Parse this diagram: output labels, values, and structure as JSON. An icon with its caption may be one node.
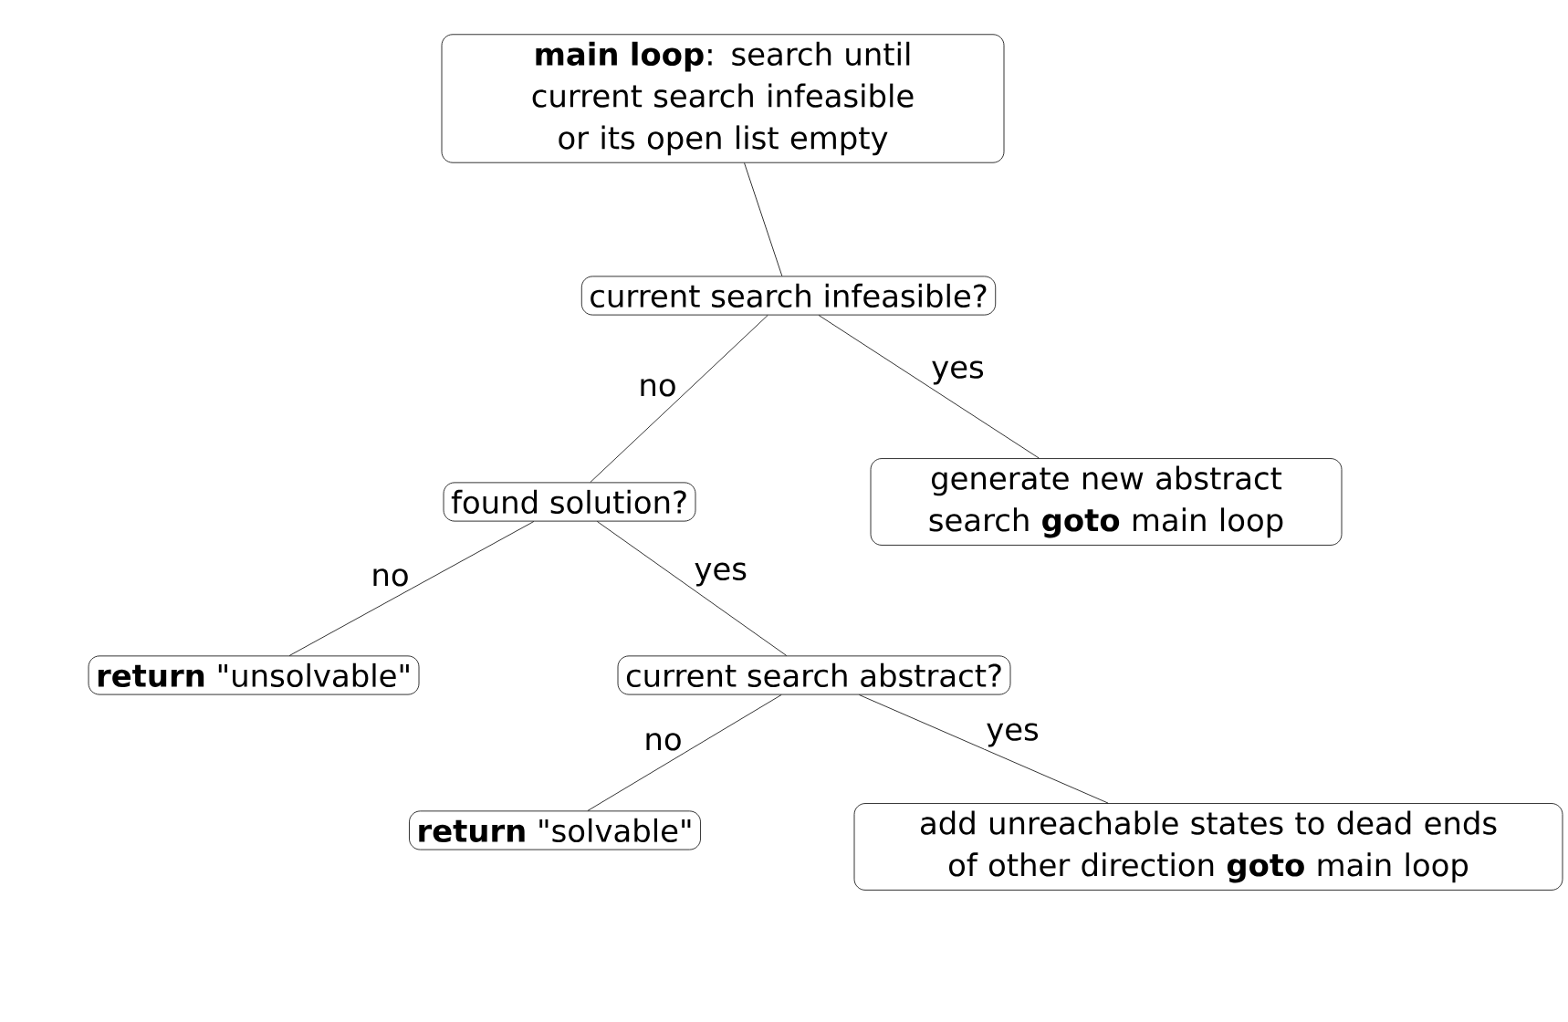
{
  "diagram": {
    "nodes": [
      {
        "text": [
          "**main loop**: search until current search infeasible or its open list empty"
        ]
      },
      {
        "text": [
          "current search infeasible?"
        ]
      },
      {
        "text": [
          "found solution?"
        ]
      },
      {
        "text": [
          "generate new abstract search **goto** main loop"
        ]
      },
      {
        "text": [
          "**return** \"unsolvable\""
        ]
      },
      {
        "text": [
          "current search abstract?"
        ]
      },
      {
        "text": [
          "**return** \"solvable\""
        ]
      },
      {
        "text": [
          "add unreachable states to dead ends of other direction **goto** main loop"
        ]
      }
    ],
    "edges": [
      {
        "from": 0,
        "to": 1,
        "arrow": "none"
      },
      {
        "from": 1,
        "to": 2,
        "arrow": "none",
        "label": "no"
      },
      {
        "from": 1,
        "to": 3,
        "arrow": "none",
        "label": "yes"
      },
      {
        "from": 2,
        "to": 4,
        "arrow": "none",
        "label": "no"
      },
      {
        "from": 2,
        "to": 5,
        "arrow": "none",
        "label": "yes"
      },
      {
        "from": 5,
        "to": 6,
        "arrow": "none",
        "label": "no"
      },
      {
        "from": 5,
        "to": 7,
        "arrow": "none",
        "label": "yes"
      }
    ]
  }
}
